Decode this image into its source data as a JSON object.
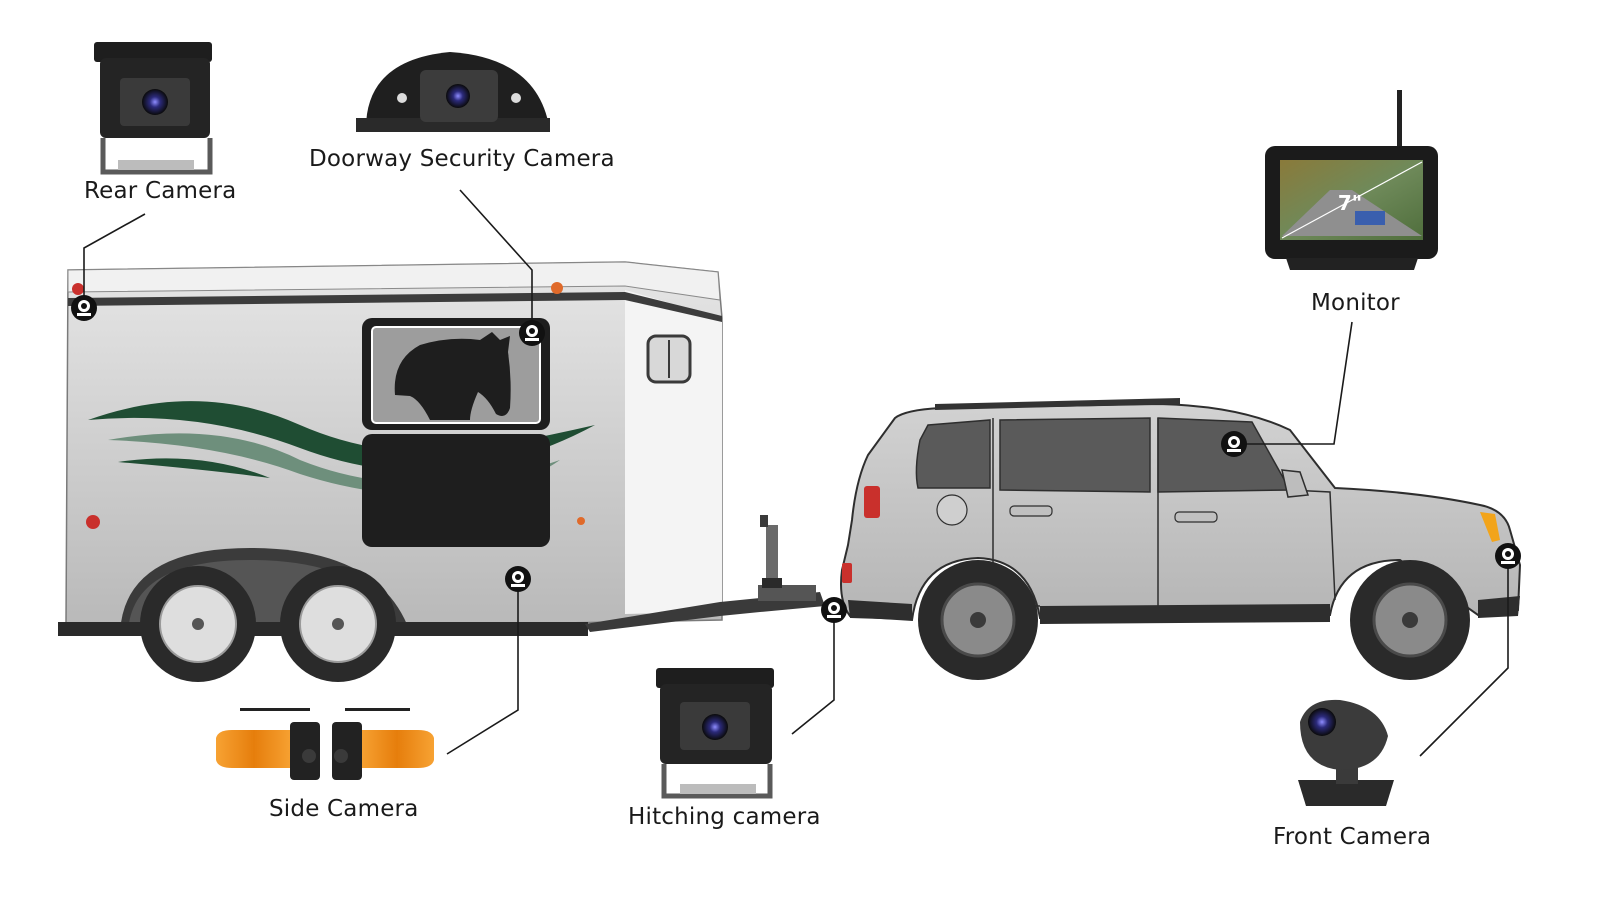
{
  "labels": {
    "rear_camera": "Rear Camera",
    "doorway_camera": "Doorway Security Camera",
    "monitor": "Monitor",
    "side_camera": "Side Camera",
    "hitching_camera": "Hitching camera",
    "front_camera": "Front Camera"
  },
  "monitor_screen": {
    "size_text": "7\""
  },
  "colors": {
    "trailer_body": "#c9c9c9",
    "trailer_stripe_dark": "#1f4d33",
    "trailer_stripe_light": "#6e8f7c",
    "suv_body": "#c4c4c4",
    "tire": "#2a2a2a",
    "amber": "#f08a12",
    "line": "#1a1a1a"
  }
}
